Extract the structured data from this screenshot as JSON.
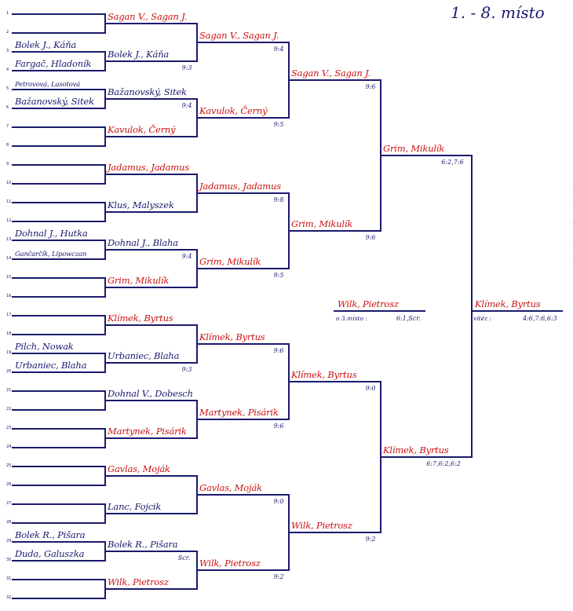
{
  "title": "1. - 8. místo",
  "slots": [
    "1",
    "2",
    "3",
    "4",
    "5",
    "6",
    "7",
    "8",
    "9",
    "10",
    "11",
    "12",
    "13",
    "14",
    "15",
    "16",
    "17",
    "18",
    "19",
    "20",
    "21",
    "22",
    "23",
    "24",
    "25",
    "26",
    "27",
    "28",
    "29",
    "30",
    "31",
    "32"
  ],
  "round0": [
    {
      "slot": 3,
      "name": "Bolek J., Káňa"
    },
    {
      "slot": 4,
      "name": "Fargač, Hladoník"
    },
    {
      "slot": 5,
      "name": "Petrovová, Lasotová",
      "small": true
    },
    {
      "slot": 6,
      "name": "Bažanovský, Sitek"
    },
    {
      "slot": 13,
      "name": "Dohnal J., Hutka"
    },
    {
      "slot": 14,
      "name": "Gančarčík, Lipowczan",
      "small": true
    },
    {
      "slot": 19,
      "name": "Pilch, Nowak"
    },
    {
      "slot": 20,
      "name": "Urbaniec, Blaha"
    },
    {
      "slot": 29,
      "name": "Bolek R., Pišara"
    },
    {
      "slot": 30,
      "name": "Duda, Galuszka"
    }
  ],
  "round1": [
    {
      "name": "Sagan V., Sagan J.",
      "color": "red"
    },
    {
      "name": "Bolek J., Káňa",
      "color": "blue",
      "score": "9:3"
    },
    {
      "name": "Bažanovský, Sitek",
      "color": "blue",
      "score": "9:4"
    },
    {
      "name": "Kavulok, Černý",
      "color": "red"
    },
    {
      "name": "Jadamus, Jadamus",
      "color": "red"
    },
    {
      "name": "Klus, Malyszek",
      "color": "blue"
    },
    {
      "name": "Dohnal J., Blaha",
      "color": "blue",
      "score": "9:4"
    },
    {
      "name": "Grim, Mikulík",
      "color": "red"
    },
    {
      "name": "Klímek, Byrtus",
      "color": "red"
    },
    {
      "name": "Urbaniec, Blaha",
      "color": "blue",
      "score": "9:3"
    },
    {
      "name": "Dohnal V., Dobesch",
      "color": "blue"
    },
    {
      "name": "Martynek, Pisárik",
      "color": "red"
    },
    {
      "name": "Gavlas, Moják",
      "color": "red"
    },
    {
      "name": "Lanc, Fojcik",
      "color": "blue"
    },
    {
      "name": "Bolek R., Pišara",
      "color": "blue",
      "score": "Scr."
    },
    {
      "name": "Wilk, Pietrosz",
      "color": "red"
    }
  ],
  "round2": [
    {
      "name": "Sagan V., Sagan J.",
      "score": "9:4"
    },
    {
      "name": "Kavulok, Černý",
      "score": "9:5"
    },
    {
      "name": "Jadamus, Jadamus",
      "score": "9:8"
    },
    {
      "name": "Grim, Mikulík",
      "score": "9:5"
    },
    {
      "name": "Klímek, Byrtus",
      "score": "9:6"
    },
    {
      "name": "Martynek, Pisárik",
      "score": "9:6"
    },
    {
      "name": "Gavlas, Moják",
      "score": "9:0"
    },
    {
      "name": "Wilk, Pietrosz",
      "score": "9:2"
    }
  ],
  "round3": [
    {
      "name": "Sagan V., Sagan J.",
      "score": "9:6"
    },
    {
      "name": "Grim, Mikulík",
      "score": "9:6"
    },
    {
      "name": "Klímek, Byrtus",
      "score": "9:0"
    },
    {
      "name": "Wilk, Pietrosz",
      "score": "9:2"
    }
  ],
  "round4": [
    {
      "name": "Grim, Mikulík",
      "score": "6:2,7:6"
    },
    {
      "name": "Klímek, Byrtus",
      "score": "6:7,6:2,6:2"
    }
  ],
  "winner": {
    "name": "Klímek, Byrtus",
    "label": "vítěz :",
    "score": "4:6,7:6,6:3"
  },
  "eighth": {
    "name": "Wilk, Pietrosz",
    "label": "o 3.místo :",
    "score": "6:1,Scr."
  },
  "colors": {
    "line": "#1a1a6e",
    "red": "#cc1111",
    "blue": "#1a1a6e"
  }
}
